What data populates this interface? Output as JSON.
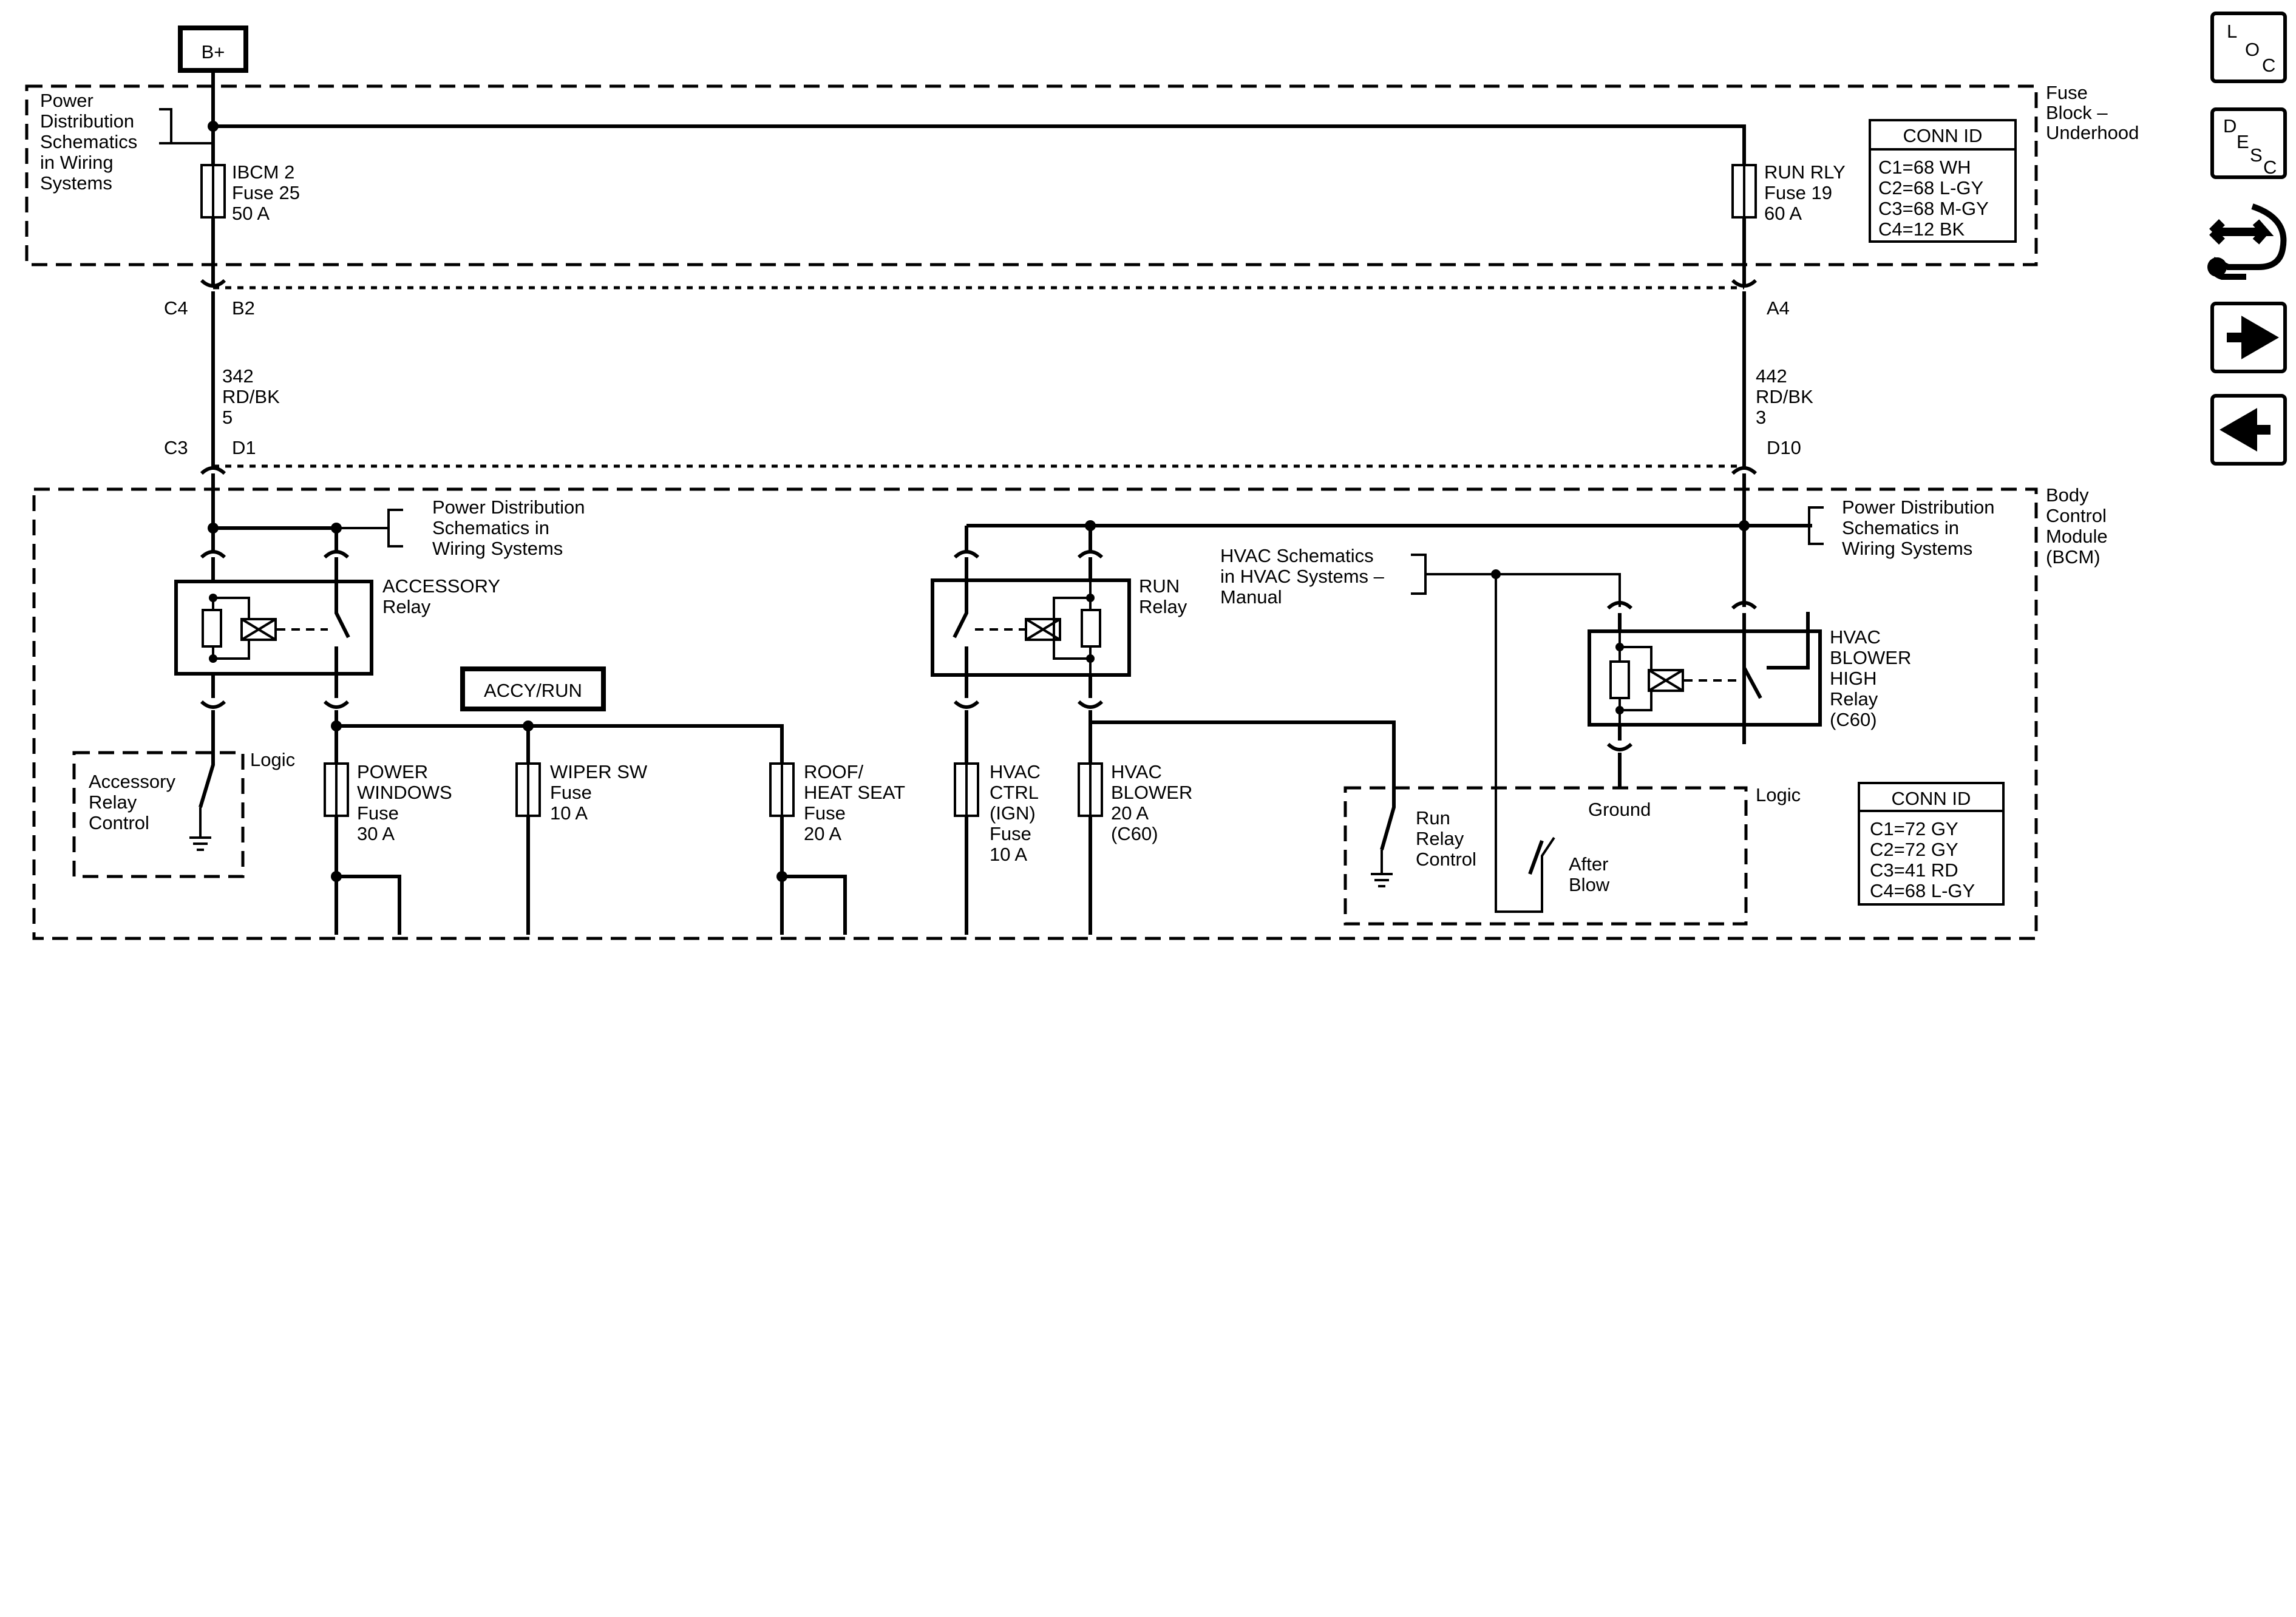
{
  "supply": {
    "bplus": "B+",
    "accy_run": "ACCY/RUN"
  },
  "fuse_block": {
    "name_l1": "Fuse",
    "name_l2": "Block –",
    "name_l3": "Underhood",
    "ref_l1": "Power",
    "ref_l2": "Distribution",
    "ref_l3": "Schematics",
    "ref_l4": "in Wiring",
    "ref_l5": "Systems",
    "conn_title": "CONN ID",
    "conn": [
      "C1=68 WH",
      "C2=68 L-GY",
      "C3=68 M-GY",
      "C4=12 BK"
    ],
    "fuse_ibcm": {
      "l1": "IBCM 2",
      "l2": "Fuse 25",
      "l3": "50 A"
    },
    "fuse_run": {
      "l1": "RUN RLY",
      "l2": "Fuse 19",
      "l3": "60 A"
    }
  },
  "connectors": {
    "left_top_c": "C4",
    "left_top_p": "B2",
    "left_bot_c": "C3",
    "left_bot_p": "D1",
    "right_top_p": "A4",
    "right_bot_p": "D10"
  },
  "wires": {
    "left": {
      "l1": "342",
      "l2": "RD/BK",
      "l3": "5"
    },
    "right": {
      "l1": "442",
      "l2": "RD/BK",
      "l3": "3"
    }
  },
  "bcm": {
    "name_l1": "Body",
    "name_l2": "Control",
    "name_l3": "Module",
    "name_l4": "(BCM)",
    "pd_left": {
      "l1": "Power Distribution",
      "l2": "Schematics in",
      "l3": "Wiring Systems"
    },
    "pd_right": {
      "l1": "Power Distribution",
      "l2": "Schematics in",
      "l3": "Wiring Systems"
    },
    "hvac_ref": {
      "l1": "HVAC Schematics",
      "l2": "in HVAC Systems –",
      "l3": "Manual"
    },
    "accessory_relay": {
      "l1": "ACCESSORY",
      "l2": "Relay"
    },
    "run_relay": {
      "l1": "RUN",
      "l2": "Relay"
    },
    "hvac_relay": {
      "l1": "HVAC",
      "l2": "BLOWER",
      "l3": "HIGH",
      "l4": "Relay",
      "l5": "(C60)"
    },
    "logic_left": "Logic",
    "logic_right": "Logic",
    "acc_ctrl": {
      "l1": "Accessory",
      "l2": "Relay",
      "l3": "Control"
    },
    "run_ctrl": {
      "l1": "Run",
      "l2": "Relay",
      "l3": "Control"
    },
    "ground": "Ground",
    "after_blow": {
      "l1": "After",
      "l2": "Blow"
    },
    "conn_title": "CONN ID",
    "conn": [
      "C1=72 GY",
      "C2=72 GY",
      "C3=41 RD",
      "C4=68 L-GY"
    ],
    "fuses": {
      "power_windows": {
        "l1": "POWER",
        "l2": "WINDOWS",
        "l3": "Fuse",
        "l4": "30 A"
      },
      "wiper": {
        "l1": "WIPER SW",
        "l2": "Fuse",
        "l3": "10 A"
      },
      "roof": {
        "l1": "ROOF/",
        "l2": "HEAT SEAT",
        "l3": "Fuse",
        "l4": "20 A"
      },
      "hvac_ctrl": {
        "l1": "HVAC",
        "l2": "CTRL",
        "l3": "(IGN)",
        "l4": "Fuse",
        "l5": "10 A"
      },
      "hvac_blower": {
        "l1": "HVAC",
        "l2": "BLOWER",
        "l3": "20 A",
        "l4": "(C60)"
      }
    }
  },
  "nav": {
    "loc": {
      "a": "L",
      "b": "O",
      "c": "C"
    },
    "desc": {
      "a": "D",
      "b": "E",
      "c": "S",
      "d": "C"
    }
  }
}
